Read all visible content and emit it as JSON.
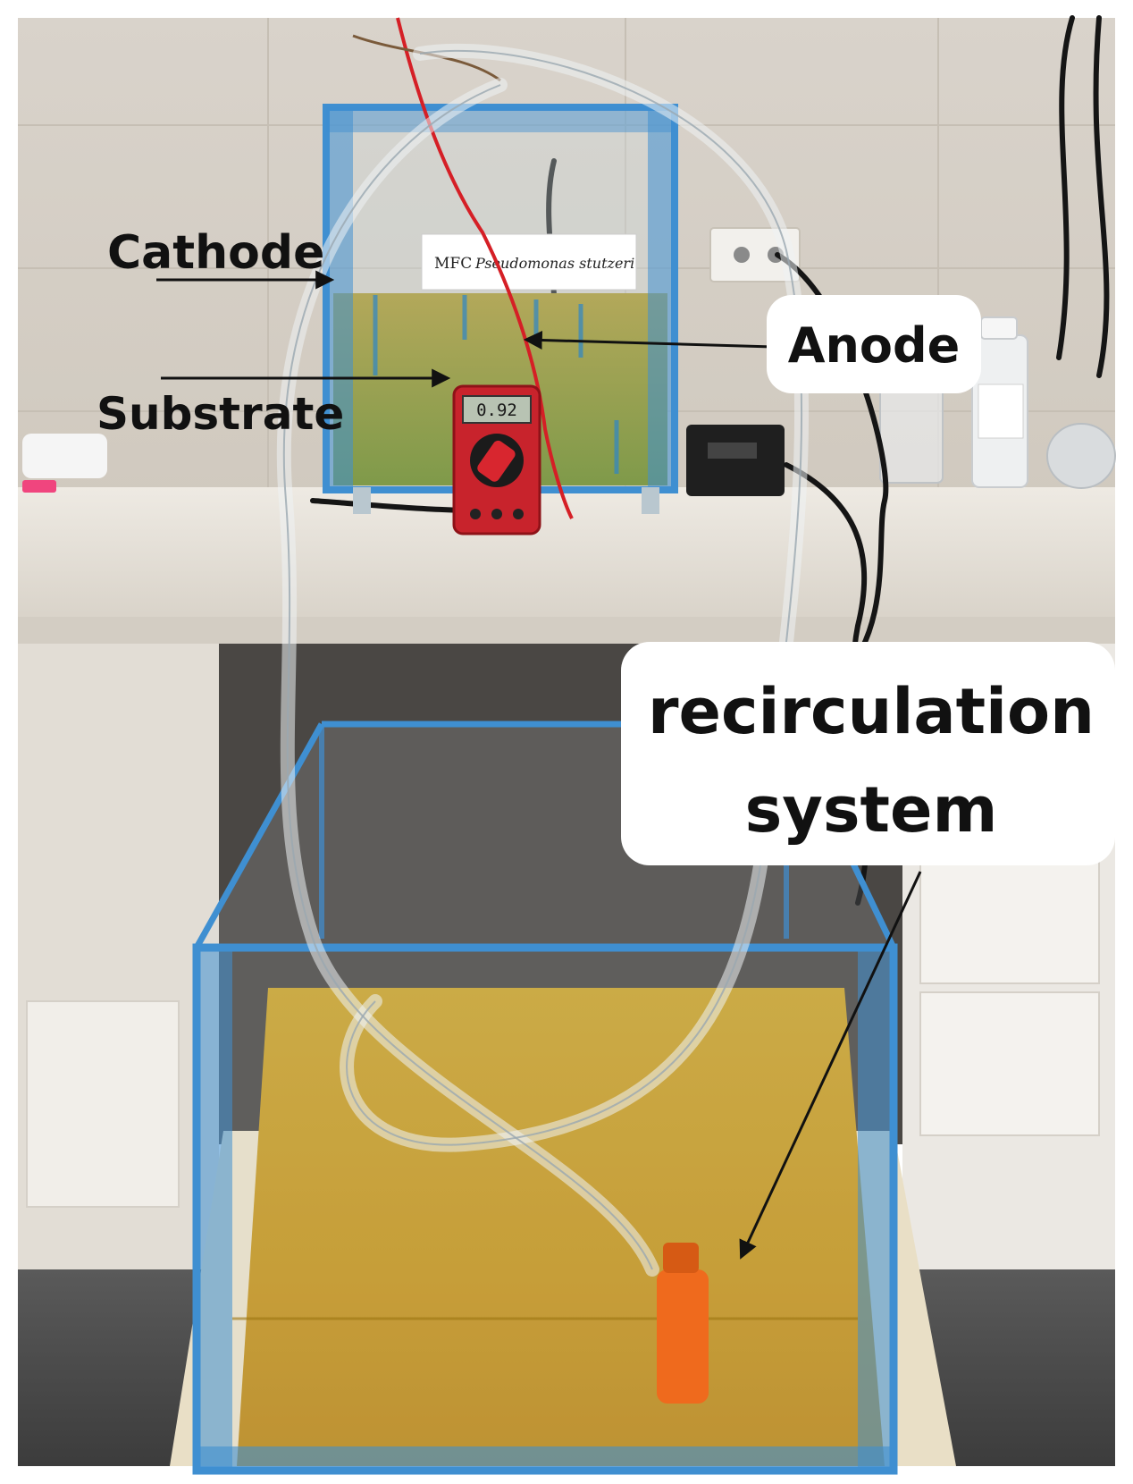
{
  "figure": {
    "labels": {
      "cathode": "Cathode",
      "substrate": "Substrate",
      "anode": "Anode",
      "recirculation_line1": "recirculation",
      "recirculation_line2": "system"
    },
    "mfc_tag": {
      "prefix": "MFC",
      "species": "Pseudomonas stutzeri"
    },
    "multimeter_reading": "0.92"
  },
  "colors": {
    "wall": "#d8d2c8",
    "counter": "#e7e2da",
    "tank_edge": "#3f8fd1",
    "upper_liquid": "#a9a24d",
    "lower_liquid": "#c79a1f",
    "multimeter": "#c8232c",
    "label_box": "#ffffff"
  }
}
